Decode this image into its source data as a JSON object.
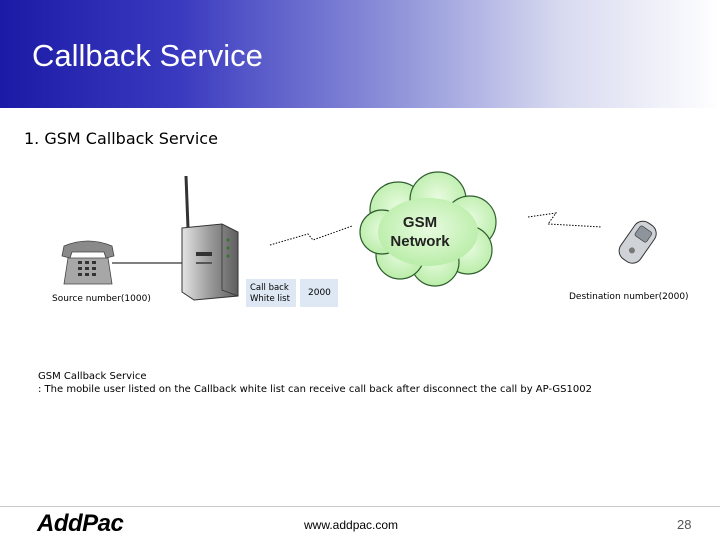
{
  "header": {
    "title": "Callback Service",
    "colors": {
      "start": "#1a1aa6",
      "end": "#ffffff"
    }
  },
  "section": {
    "heading": "1. GSM Callback Service"
  },
  "diagram": {
    "source_label": "Source number(1000)",
    "whitelist_label_line1": "Call back",
    "whitelist_label_line2": "White list",
    "whitelist_number": "2000",
    "cloud_line1": "GSM",
    "cloud_line2": "Network",
    "destination_label": "Destination number(2000)"
  },
  "description": {
    "title": "GSM Callback Service",
    "text": ": The mobile user listed on the Callback white list can receive call back after disconnect the call by AP-GS1002"
  },
  "footer": {
    "logo": "AddPac",
    "url": "www.addpac.com",
    "page": "28"
  }
}
